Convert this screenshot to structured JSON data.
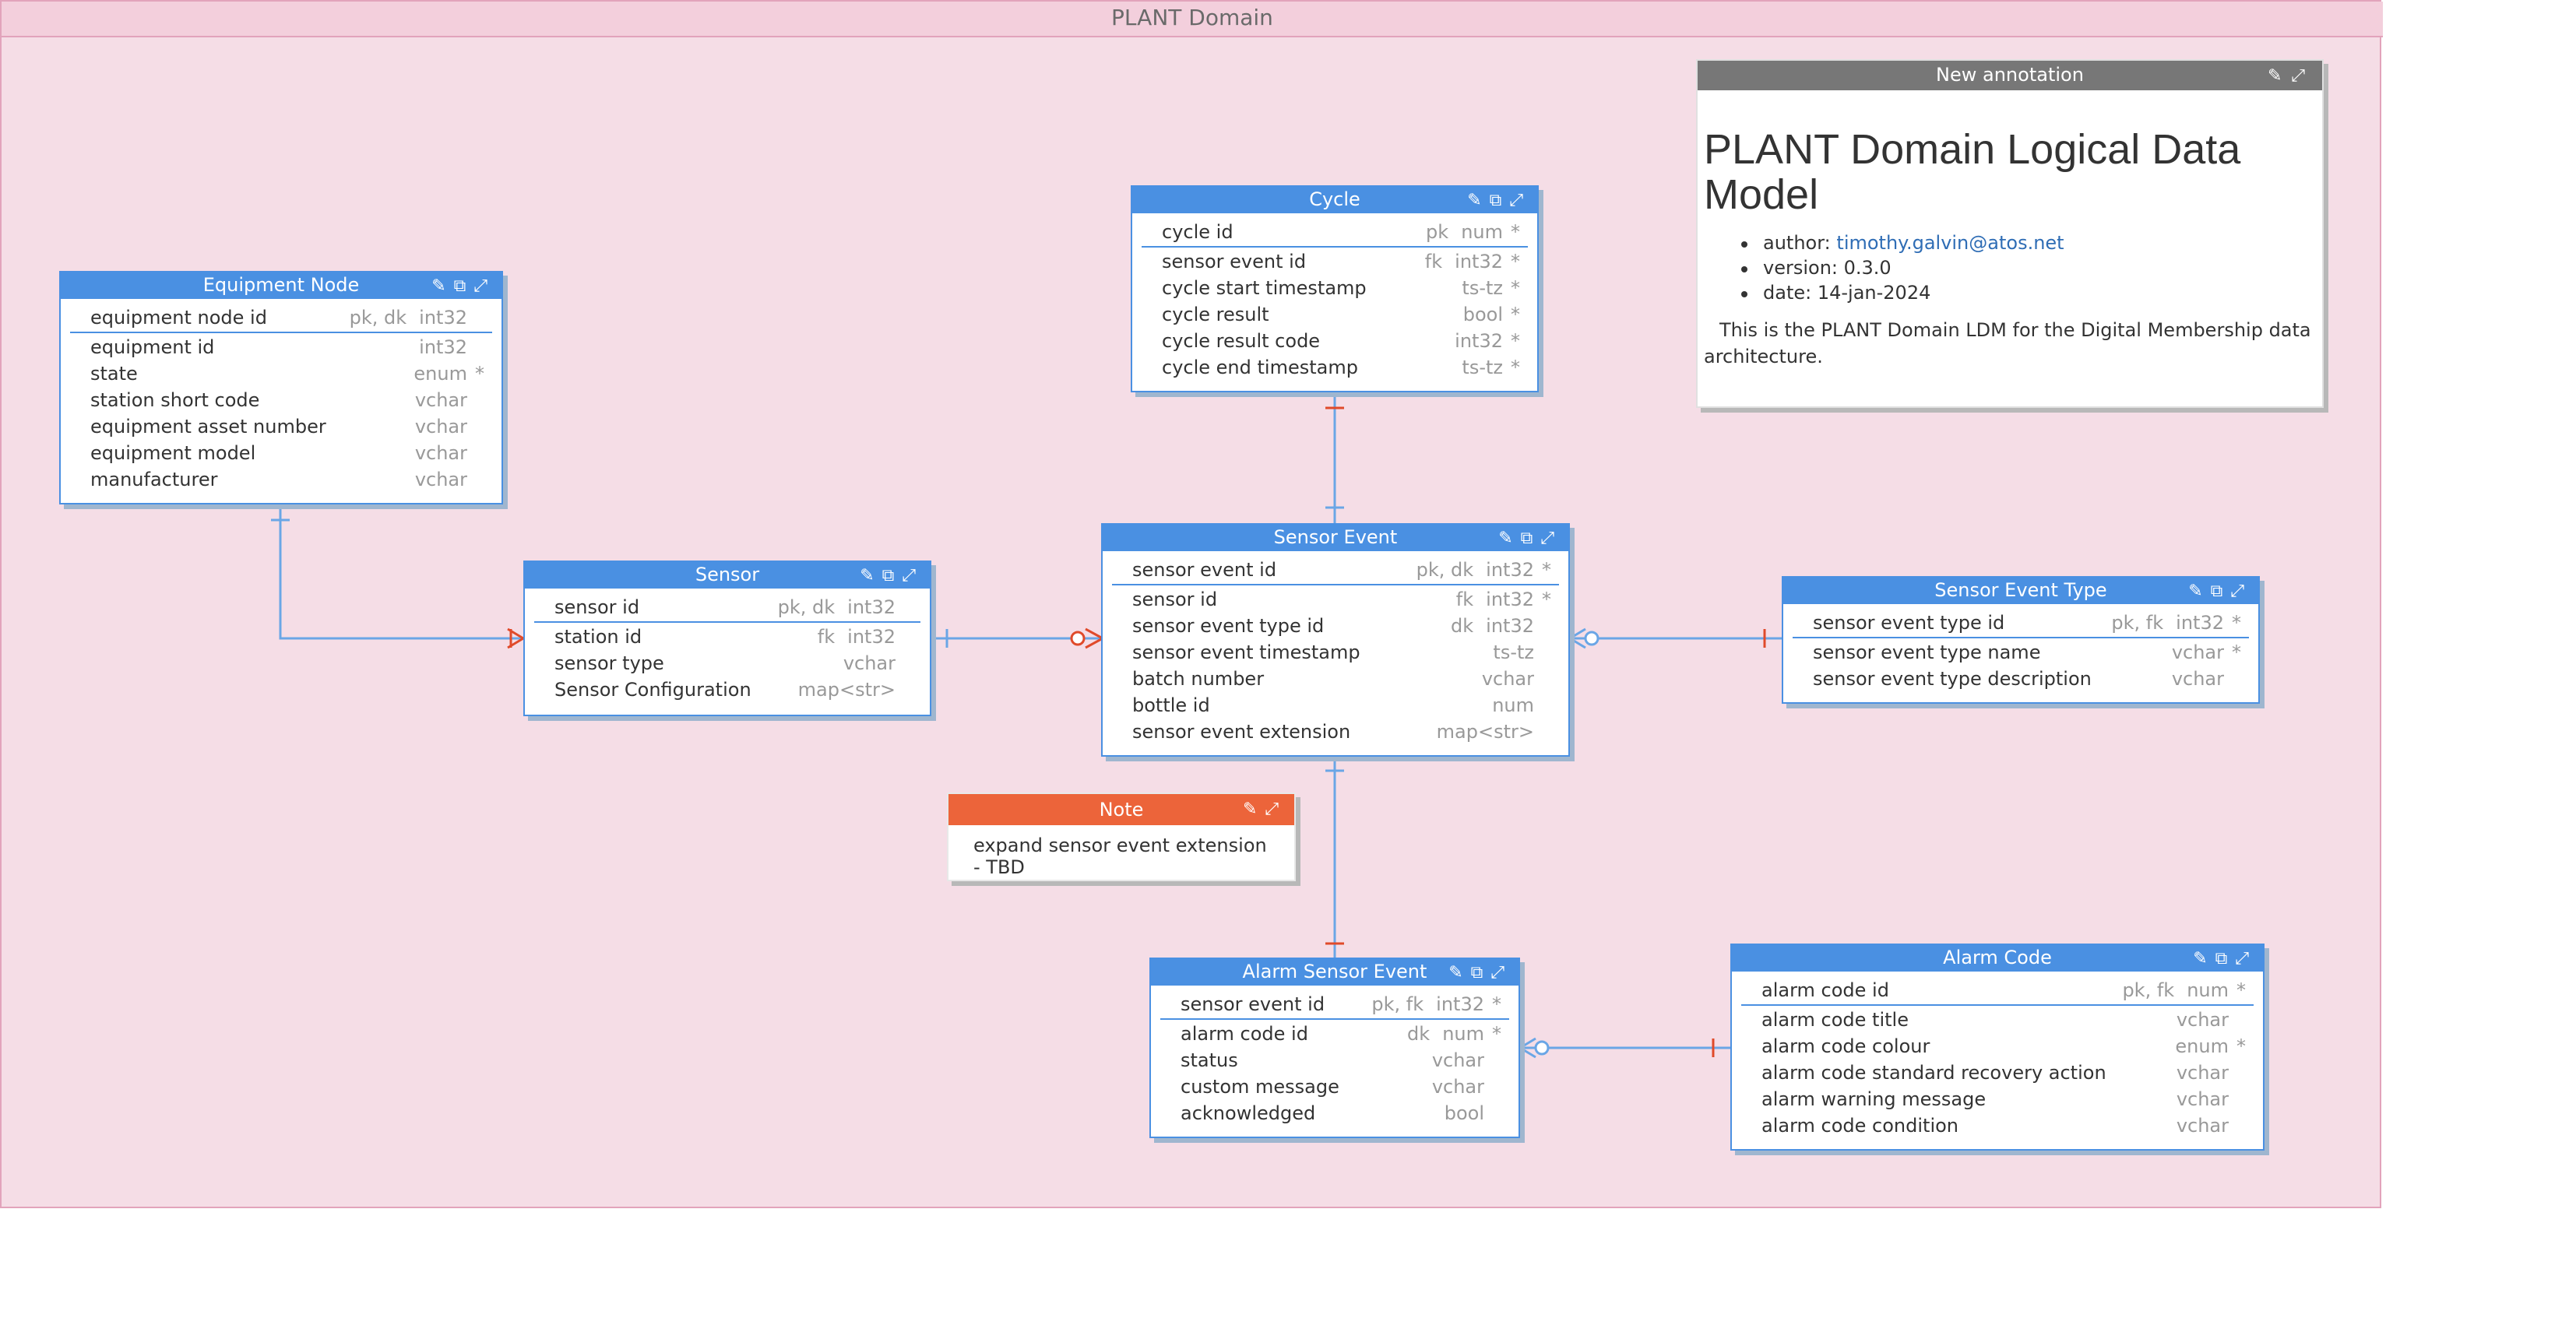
{
  "domain": {
    "title": "PLANT Domain"
  },
  "annotation": {
    "header": "New annotation",
    "title": "PLANT Domain Logical Data Model",
    "author_label": "author: ",
    "author_email": "timothy.galvin@atos.net",
    "version": "version: 0.3.0",
    "date": "date: 14-jan-2024",
    "description": "This is the PLANT Domain LDM for the Digital Membership data architecture."
  },
  "note": {
    "title": "Note",
    "text": "expand sensor event extension - TBD"
  },
  "entities": {
    "equipment_node": {
      "title": "Equipment Node",
      "columns": [
        {
          "name": "equipment node id",
          "key": "pk, dk",
          "type": "int32",
          "req": ""
        },
        {
          "name": "equipment id",
          "key": "",
          "type": "int32",
          "req": ""
        },
        {
          "name": "state",
          "key": "",
          "type": "enum",
          "req": "*"
        },
        {
          "name": "station short code",
          "key": "",
          "type": "vchar",
          "req": ""
        },
        {
          "name": "equipment asset number",
          "key": "",
          "type": "vchar",
          "req": ""
        },
        {
          "name": "equipment model",
          "key": "",
          "type": "vchar",
          "req": ""
        },
        {
          "name": "manufacturer",
          "key": "",
          "type": "vchar",
          "req": ""
        }
      ]
    },
    "cycle": {
      "title": "Cycle",
      "columns": [
        {
          "name": "cycle id",
          "key": "pk",
          "type": "num",
          "req": "*"
        },
        {
          "name": "sensor event id",
          "key": "fk",
          "type": "int32",
          "req": "*"
        },
        {
          "name": "cycle start timestamp",
          "key": "",
          "type": "ts-tz",
          "req": "*"
        },
        {
          "name": "cycle result",
          "key": "",
          "type": "bool",
          "req": "*"
        },
        {
          "name": "cycle result code",
          "key": "",
          "type": "int32",
          "req": "*"
        },
        {
          "name": "cycle end timestamp",
          "key": "",
          "type": "ts-tz",
          "req": "*"
        }
      ]
    },
    "sensor": {
      "title": "Sensor",
      "columns": [
        {
          "name": "sensor id",
          "key": "pk, dk",
          "type": "int32",
          "req": ""
        },
        {
          "name": "station id",
          "key": "fk",
          "type": "int32",
          "req": ""
        },
        {
          "name": "sensor type",
          "key": "",
          "type": "vchar",
          "req": ""
        },
        {
          "name": "Sensor Configuration",
          "key": "",
          "type": "map<str>",
          "req": ""
        }
      ]
    },
    "sensor_event": {
      "title": "Sensor Event",
      "columns": [
        {
          "name": "sensor event id",
          "key": "pk, dk",
          "type": "int32",
          "req": "*"
        },
        {
          "name": "sensor id",
          "key": "fk",
          "type": "int32",
          "req": "*"
        },
        {
          "name": "sensor event type id",
          "key": "dk",
          "type": "int32",
          "req": ""
        },
        {
          "name": "sensor event timestamp",
          "key": "",
          "type": "ts-tz",
          "req": ""
        },
        {
          "name": "batch number",
          "key": "",
          "type": "vchar",
          "req": ""
        },
        {
          "name": "bottle id",
          "key": "",
          "type": "num",
          "req": ""
        },
        {
          "name": "sensor event extension",
          "key": "",
          "type": "map<str>",
          "req": ""
        }
      ]
    },
    "sensor_event_type": {
      "title": "Sensor Event Type",
      "columns": [
        {
          "name": "sensor event type id",
          "key": "pk, fk",
          "type": "int32",
          "req": "*"
        },
        {
          "name": "sensor event type name",
          "key": "",
          "type": "vchar",
          "req": "*"
        },
        {
          "name": "sensor event type description",
          "key": "",
          "type": "vchar",
          "req": ""
        }
      ]
    },
    "alarm_sensor_event": {
      "title": "Alarm Sensor Event",
      "columns": [
        {
          "name": "sensor event id",
          "key": "pk, fk",
          "type": "int32",
          "req": "*"
        },
        {
          "name": "alarm code id",
          "key": "dk",
          "type": "num",
          "req": "*"
        },
        {
          "name": "status",
          "key": "",
          "type": "vchar",
          "req": ""
        },
        {
          "name": "custom message",
          "key": "",
          "type": "vchar",
          "req": ""
        },
        {
          "name": "acknowledged",
          "key": "",
          "type": "bool",
          "req": ""
        }
      ]
    },
    "alarm_code": {
      "title": "Alarm Code",
      "columns": [
        {
          "name": "alarm code id",
          "key": "pk, fk",
          "type": "num",
          "req": "*"
        },
        {
          "name": "alarm code title",
          "key": "",
          "type": "vchar",
          "req": ""
        },
        {
          "name": "alarm code colour",
          "key": "",
          "type": "enum",
          "req": "*"
        },
        {
          "name": "alarm code standard recovery action",
          "key": "",
          "type": "vchar",
          "req": ""
        },
        {
          "name": "alarm warning message",
          "key": "",
          "type": "vchar",
          "req": ""
        },
        {
          "name": "alarm code condition",
          "key": "",
          "type": "vchar",
          "req": ""
        }
      ]
    }
  },
  "colors": {
    "entity_header": "#4a90e2",
    "note_header": "#ec643a",
    "annotation_header": "#777777",
    "domain_background": "#f5dde6",
    "link_line": "#6aa6e6",
    "mandatory_marker": "#e04a2a"
  },
  "icons": {
    "header_icons": [
      "pin-icon",
      "open-external-icon",
      "resize-icon"
    ]
  }
}
